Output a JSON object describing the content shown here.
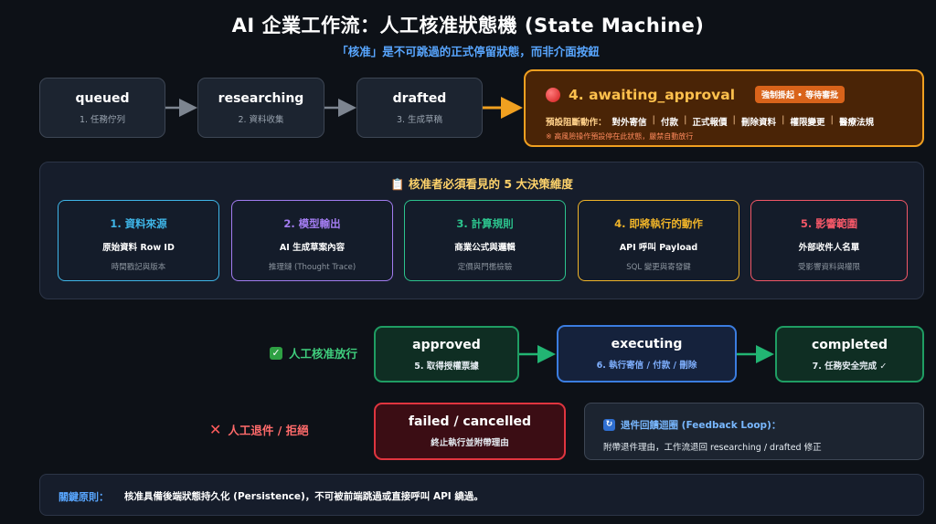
{
  "title": "AI 企業工作流：人工核准狀態機 (State Machine)",
  "subtitle": "「核准」是不可跳過的正式停留狀態，而非介面按鈕",
  "pipeline": [
    {
      "name": "queued",
      "sub": "1. 任務佇列"
    },
    {
      "name": "researching",
      "sub": "2. 資料收集"
    },
    {
      "name": "drafted",
      "sub": "3. 生成草稿"
    }
  ],
  "awaiting": {
    "title": "4. awaiting_approval",
    "badge": "強制掛起 • 等待審批",
    "actions_label": "預設阻斷動作：",
    "actions": [
      "對外寄信",
      "付款",
      "正式報價",
      "刪除資料",
      "權限變更",
      "醫療法規"
    ],
    "note": "※ 高風險操作預設停在此狀態，嚴禁自動放行"
  },
  "dimensions": {
    "title": "📋 核准者必須看見的 5 大決策維度",
    "items": [
      {
        "title": "1. 資料來源",
        "main": "原始資料 Row ID",
        "sub": "時間戳記與版本",
        "color": "#3fb6e8"
      },
      {
        "title": "2. 模型輸出",
        "main": "AI 生成草案內容",
        "sub": "推理鏈 (Thought Trace)",
        "color": "#a27cf0"
      },
      {
        "title": "3. 計算規則",
        "main": "商業公式與邏輯",
        "sub": "定價與門檻檢驗",
        "color": "#2cc38d"
      },
      {
        "title": "4. 即將執行的動作",
        "main": "API 呼叫 Payload",
        "sub": "SQL 變更與寄發鍵",
        "color": "#f0b429"
      },
      {
        "title": "5. 影響範圍",
        "main": "外部收件人名單",
        "sub": "受影響資料與權限",
        "color": "#f25767"
      }
    ]
  },
  "approve_path": {
    "label": "人工核准放行",
    "label_icon": "✓",
    "nodes": [
      {
        "name": "approved",
        "sub": "5. 取得授權票據"
      },
      {
        "name": "executing",
        "sub": "6. 執行寄信 / 付款 / 刪除"
      },
      {
        "name": "completed",
        "sub": "7. 任務安全完成 ✓"
      }
    ]
  },
  "reject_path": {
    "label": "人工退件 / 拒絕",
    "label_icon": "✕",
    "node": {
      "name": "failed / cancelled",
      "sub": "終止執行並附帶理由"
    },
    "feedback_icon": "↻",
    "feedback_title": "退件回饋迴圈 (Feedback Loop)：",
    "feedback_body": "附帶退件理由，工作流退回 researching / drafted 修正"
  },
  "principle": {
    "label": "關鍵原則：",
    "text": "核准具備後端狀態持久化 (Persistence)，不可被前端跳過或直接呼叫 API 繞過。"
  },
  "colors": {
    "background": "#0d1117",
    "accent_orange": "#f0a020",
    "accent_green": "#1f9d63",
    "accent_blue": "#3b7de0",
    "accent_red": "#e0353f"
  }
}
